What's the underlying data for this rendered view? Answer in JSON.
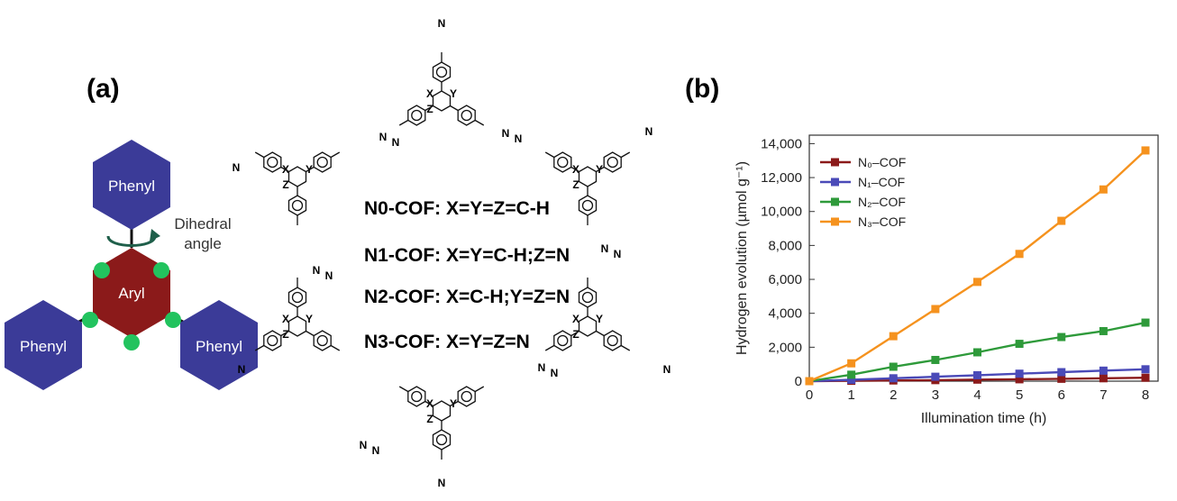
{
  "panels": {
    "a_label": "(a)",
    "b_label": "(b)"
  },
  "diagram": {
    "phenyl_label": "Phenyl",
    "aryl_label": "Aryl",
    "dihedral_line1": "Dihedral",
    "dihedral_line2": "angle",
    "colors": {
      "phenyl": "#3b3b98",
      "aryl": "#8b1a1a",
      "dots": "#22c35e"
    }
  },
  "structure": {
    "cof_labels": [
      "N0-COF: X=Y=Z=C-H",
      "N1-COF: X=Y=C-H;Z=N",
      "N2-COF: X=C-H;Y=Z=N",
      "N3-COF: X=Y=Z=N"
    ],
    "atoms": {
      "x": "X",
      "y": "Y",
      "z": "Z",
      "n": "N"
    }
  },
  "chart_data": {
    "type": "line",
    "xlabel": "Illumination time (h)",
    "ylabel": "Hydrogen evolution (µmol g⁻¹)",
    "xlim": [
      0,
      8.3
    ],
    "ylim": [
      0,
      14500
    ],
    "x_ticks": [
      "0",
      "1",
      "2",
      "3",
      "4",
      "5",
      "6",
      "7",
      "8"
    ],
    "y_ticks": [
      "0",
      "2,000",
      "4,000",
      "6,000",
      "8,000",
      "10,000",
      "12,000",
      "14,000"
    ],
    "x": [
      0,
      1,
      2,
      3,
      4,
      5,
      6,
      7,
      8
    ],
    "legend_position": "top-left",
    "series": [
      {
        "name": "N₀–COF",
        "color": "#8b1a1a",
        "values": [
          0,
          20,
          40,
          60,
          90,
          110,
          140,
          170,
          200
        ]
      },
      {
        "name": "N₁–COF",
        "color": "#4a4ab8",
        "values": [
          0,
          80,
          170,
          260,
          350,
          440,
          530,
          620,
          700
        ]
      },
      {
        "name": "N₂–COF",
        "color": "#2e9a3a",
        "values": [
          0,
          380,
          850,
          1250,
          1700,
          2200,
          2600,
          2950,
          3450
        ]
      },
      {
        "name": "N₃–COF",
        "color": "#f5921e",
        "values": [
          0,
          1050,
          2650,
          4250,
          5850,
          7500,
          9450,
          11300,
          13600
        ]
      }
    ]
  }
}
